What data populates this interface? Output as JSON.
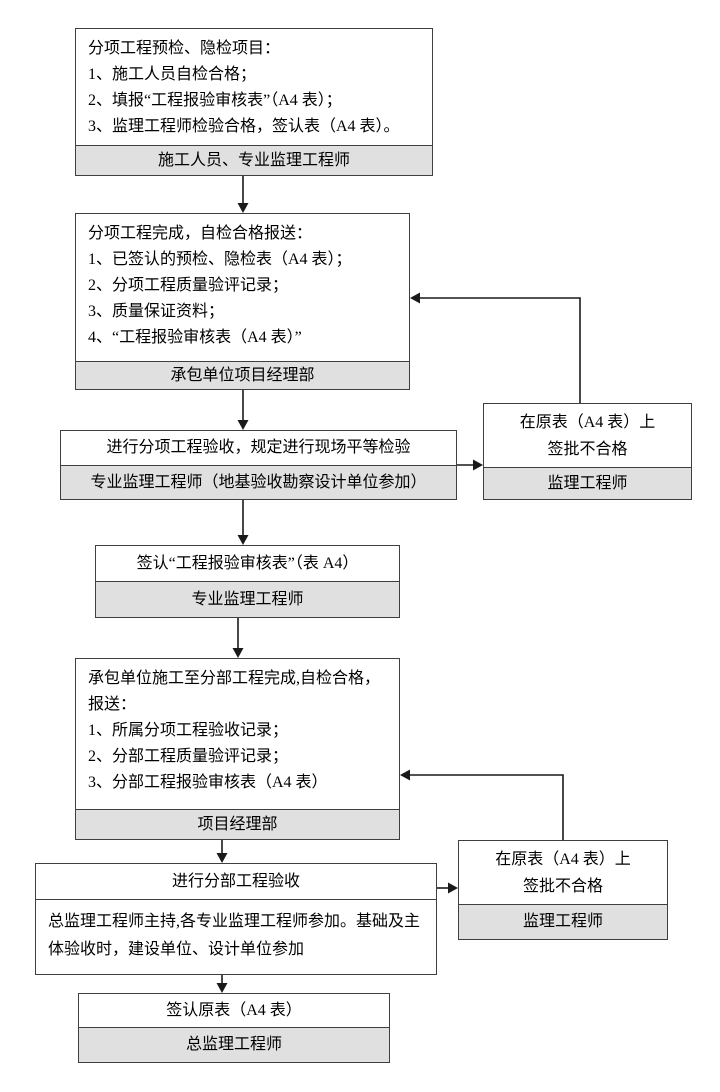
{
  "flow": {
    "step1": {
      "lines": [
        "分项工程预检、隐检项目：",
        "1、施工人员自检合格；",
        "2、填报“工程报验审核表”（A4 表）；",
        "3、监理工程师检验合格，签认表（A4 表）。"
      ],
      "actor": "施工人员、专业监理工程师"
    },
    "step2": {
      "lines": [
        "分项工程完成，自检合格报送：",
        "1、已签认的预检、隐检表（A4 表）；",
        "2、分项工程质量验评记录；",
        "3、质量保证资料；",
        "4、“工程报验审核表（A4 表）”"
      ],
      "actor": "承包单位项目经理部"
    },
    "step3": {
      "title": "进行分项工程验收，规定进行现场平等检验",
      "actor": "专业监理工程师（地基验收勘察设计单位参加）"
    },
    "reject1": {
      "lines": [
        "在原表（A4 表）上",
        "签批不合格"
      ],
      "actor": "监理工程师"
    },
    "step4": {
      "title": "签认“工程报验审核表”（表 A4）",
      "actor": "专业监理工程师"
    },
    "step5": {
      "lines": [
        "承包单位施工至分部工程完成,自检合格，报送：",
        "1、所属分项工程验收记录；",
        "2、分部工程质量验评记录；",
        "3、分部工程报验审核表（A4 表）"
      ],
      "actor": "项目经理部"
    },
    "step6": {
      "title": "进行分部工程验收",
      "detail": "总监理工程师主持,各专业监理工程师参加。基础及主体验收时，建设单位、设计单位参加"
    },
    "reject2": {
      "lines": [
        "在原表（A4 表）上",
        "签批不合格"
      ],
      "actor": "监理工程师"
    },
    "step7": {
      "title": "签认原表（A4 表）",
      "actor": "总监理工程师"
    }
  },
  "colors": {
    "border": "#3f3f3f",
    "footer_bg": "#e0e0e0",
    "arrow": "#1a1a1a"
  }
}
